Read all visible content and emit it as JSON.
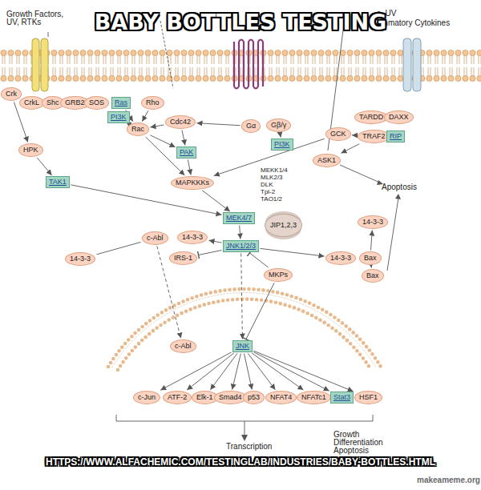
{
  "diagram": {
    "title": "BABY BOTTLES TESTING",
    "caption": "HTTPS://WWW.ALFACHEMIC.COM/TESTINGLAB/INDUSTRIES/BABY-BOTTLES.HTML",
    "nodes": [
      {
        "text": [
          "Crk"
        ]
      },
      {
        "text": [
          "CrkL"
        ]
      },
      {
        "text": [
          "Shc"
        ]
      },
      {
        "text": [
          "GRB2"
        ]
      },
      {
        "text": [
          "SOS"
        ]
      },
      {
        "text": [
          "Ras"
        ]
      },
      {
        "text": [
          "Rho"
        ]
      },
      {
        "text": [
          "PI3K"
        ]
      },
      {
        "text": [
          "Rac"
        ]
      },
      {
        "text": [
          "Cdc42"
        ]
      },
      {
        "text": [
          "Gα"
        ]
      },
      {
        "text": [
          "Gβ/γ"
        ]
      },
      {
        "text": [
          "PI3K"
        ]
      },
      {
        "text": [
          "PAK"
        ]
      },
      {
        "text": [
          "TARDD"
        ]
      },
      {
        "text": [
          "DAXX"
        ]
      },
      {
        "text": [
          "GCK"
        ]
      },
      {
        "text": [
          "TRAF2"
        ]
      },
      {
        "text": [
          "RIP"
        ]
      },
      {
        "text": [
          "HPK"
        ]
      },
      {
        "text": [
          "ASK1"
        ]
      },
      {
        "text": [
          "MAPKKKs"
        ]
      },
      {
        "text": [
          "TAK1"
        ]
      },
      {
        "text": [
          "MEK4/7"
        ]
      },
      {
        "text": [
          "JIP1,2,3"
        ]
      },
      {
        "text": [
          "14-3-3"
        ]
      },
      {
        "text": [
          "c-Abl"
        ]
      },
      {
        "text": [
          "14-3-3"
        ]
      },
      {
        "text": [
          "JNK1/2/3"
        ]
      },
      {
        "text": [
          "14-3-3"
        ]
      },
      {
        "text": [
          "IRS-1"
        ]
      },
      {
        "text": [
          "14-3-3"
        ]
      },
      {
        "text": [
          "Bax"
        ]
      },
      {
        "text": [
          "MKPs"
        ]
      },
      {
        "text": [
          "Bax"
        ]
      },
      {
        "text": [
          "c-Abl"
        ]
      },
      {
        "text": [
          "JNK"
        ]
      },
      {
        "text": [
          "c-Jun"
        ]
      },
      {
        "text": [
          "ATF-2"
        ]
      },
      {
        "text": [
          "Elk-1"
        ]
      },
      {
        "text": [
          "Smad4"
        ]
      },
      {
        "text": [
          "p53"
        ]
      },
      {
        "text": [
          "NFAT4"
        ]
      },
      {
        "text": [
          "NFATc1"
        ]
      },
      {
        "text": [
          "Stat3"
        ]
      },
      {
        "text": [
          "HSF1"
        ]
      }
    ],
    "edges": [
      {
        "from": 0,
        "to": 19,
        "arrow": "to"
      },
      {
        "from": 19,
        "to": 22,
        "arrow": "to"
      },
      {
        "from": 5,
        "to": 8,
        "arrow": "to"
      },
      {
        "from": 7,
        "to": 8,
        "arrow": "to"
      },
      {
        "from": 6,
        "to": 8,
        "arrow": "to"
      },
      {
        "from": 9,
        "to": 8,
        "arrow": "to"
      },
      {
        "from": 10,
        "to": 9,
        "arrow": "to"
      },
      {
        "from": 8,
        "to": 13,
        "arrow": "to"
      },
      {
        "from": 9,
        "to": 13,
        "arrow": "to"
      },
      {
        "from": 8,
        "to": 21,
        "arrow": "to"
      },
      {
        "from": 11,
        "to": 12,
        "arrow": "to"
      },
      {
        "from": 13,
        "to": 21,
        "arrow": "to"
      },
      {
        "from": 16,
        "to": 21,
        "arrow": "to"
      },
      {
        "from": 17,
        "to": 16,
        "arrow": "to"
      },
      {
        "from": 17,
        "to": 20,
        "arrow": "to"
      },
      {
        "from": 22,
        "to": 23,
        "arrow": "to"
      },
      {
        "from": 21,
        "to": 23,
        "arrow": "to"
      },
      {
        "from": 23,
        "to": 28,
        "arrow": "to"
      },
      {
        "from": 28,
        "to": 27,
        "arrow": "to"
      },
      {
        "from": 26,
        "to": 29,
        "arrow": "none"
      },
      {
        "from": 28,
        "to": 30,
        "arrow": "to"
      },
      {
        "from": 28,
        "to": 31,
        "arrow": "to"
      },
      {
        "from": 32,
        "to": 25,
        "arrow": "to"
      },
      {
        "from": 32,
        "to": 34,
        "arrow": "to"
      },
      {
        "from": 33,
        "to": 28,
        "arrow": "to"
      },
      {
        "from": 33,
        "to": 36,
        "arrow": "to"
      },
      {
        "from": 28,
        "to": 36,
        "arrow": "to"
      },
      {
        "from": 26,
        "to": 35,
        "arrow": "to"
      },
      {
        "from": 36,
        "to": 37,
        "arrow": "to"
      },
      {
        "from": 36,
        "to": 38,
        "arrow": "to"
      },
      {
        "from": 36,
        "to": 39,
        "arrow": "to"
      },
      {
        "from": 36,
        "to": 40,
        "arrow": "to"
      },
      {
        "from": 36,
        "to": 41,
        "arrow": "to"
      },
      {
        "from": 36,
        "to": 42,
        "arrow": "to"
      },
      {
        "from": 36,
        "to": 43,
        "arrow": "to"
      },
      {
        "from": 36,
        "to": 44,
        "arrow": "to"
      },
      {
        "from": 36,
        "to": 45,
        "arrow": "to"
      }
    ],
    "labels": [
      "Growth Factors, UV, RTKs",
      "s, UV",
      "ammatory Cytokines",
      "MEKK1/4",
      "MLK2/3",
      "DLK",
      "Tpl-2",
      "TAO1/2",
      "Apoptosis",
      "Growth Differentiation Apoptosis",
      "Transcription",
      "makeameme.org"
    ]
  }
}
